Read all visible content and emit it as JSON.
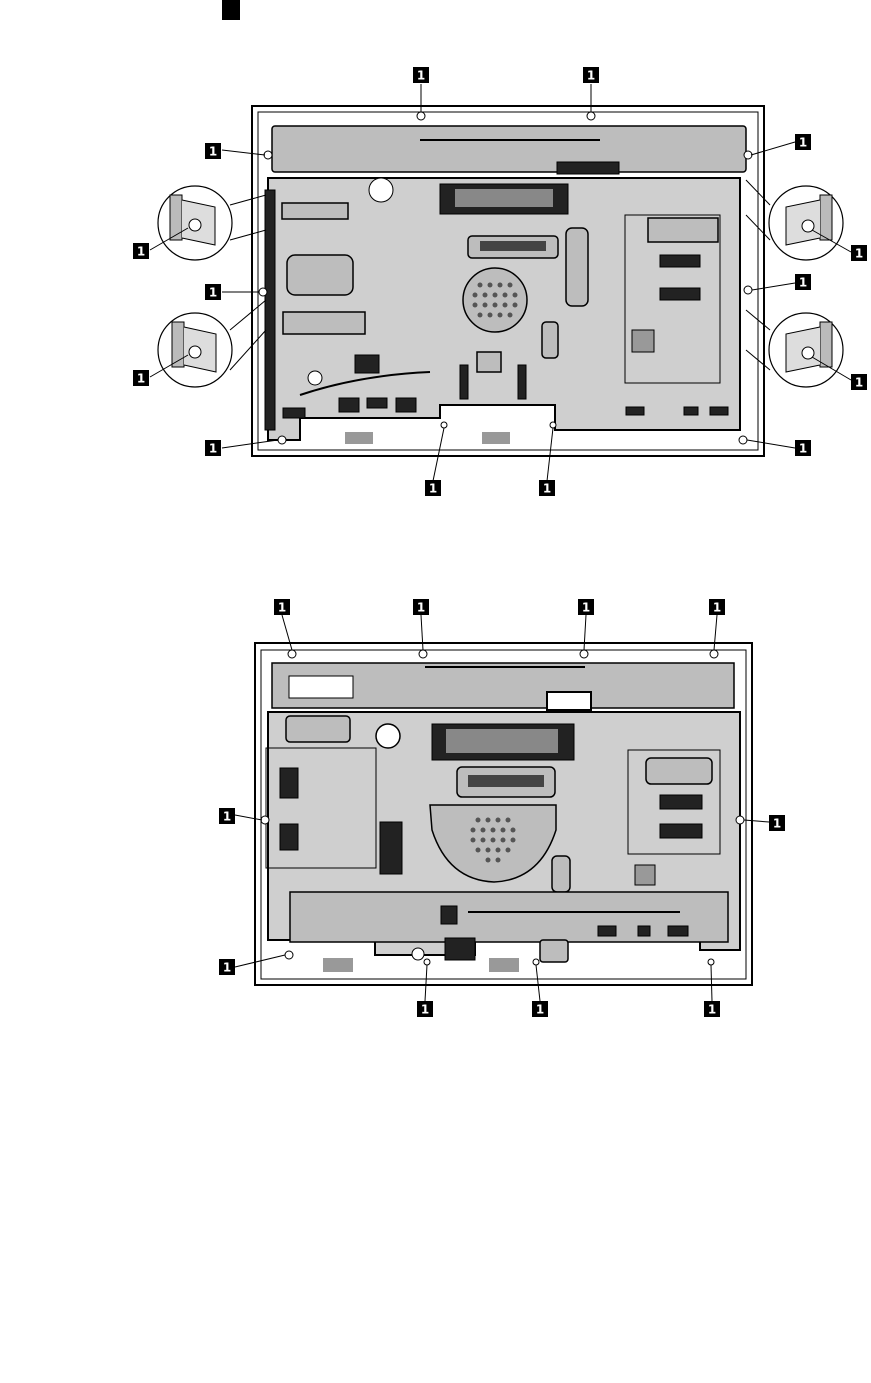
{
  "callout_label": "1",
  "figure_top": {
    "callouts": [
      {
        "id": "top-1"
      },
      {
        "id": "top-2"
      },
      {
        "id": "top-3"
      },
      {
        "id": "top-4"
      },
      {
        "id": "top-5"
      },
      {
        "id": "top-6"
      },
      {
        "id": "top-7"
      },
      {
        "id": "top-8"
      },
      {
        "id": "top-9"
      },
      {
        "id": "top-10"
      },
      {
        "id": "top-11"
      },
      {
        "id": "top-12"
      },
      {
        "id": "top-13"
      },
      {
        "id": "top-14"
      }
    ]
  },
  "figure_bottom": {
    "callouts": [
      {
        "id": "bot-1"
      },
      {
        "id": "bot-2"
      },
      {
        "id": "bot-3"
      },
      {
        "id": "bot-4"
      },
      {
        "id": "bot-5"
      },
      {
        "id": "bot-6"
      },
      {
        "id": "bot-7"
      },
      {
        "id": "bot-8"
      },
      {
        "id": "bot-9"
      },
      {
        "id": "bot-10"
      }
    ]
  }
}
